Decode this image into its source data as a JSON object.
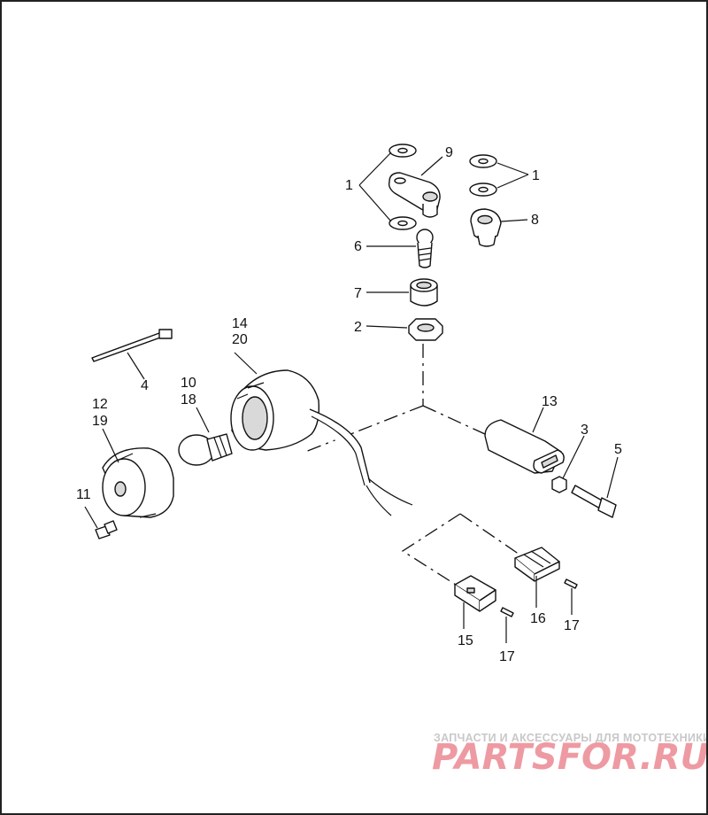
{
  "diagram": {
    "labels": {
      "l1a": "1",
      "l1b": "1",
      "l2": "2",
      "l3": "3",
      "l4": "4",
      "l5": "5",
      "l6": "6",
      "l7": "7",
      "l8": "8",
      "l9": "9",
      "l10": "10",
      "l18": "18",
      "l11": "11",
      "l12": "12",
      "l19": "19",
      "l13": "13",
      "l14": "14",
      "l20": "20",
      "l15": "15",
      "l16": "16",
      "l17a": "17",
      "l17b": "17"
    }
  },
  "watermark": {
    "tagline": "ЗАПЧАСТИ И АКСЕССУАРЫ ДЛЯ МОТОТЕХНИКИ",
    "logo": "PARTSFOR.RU"
  }
}
